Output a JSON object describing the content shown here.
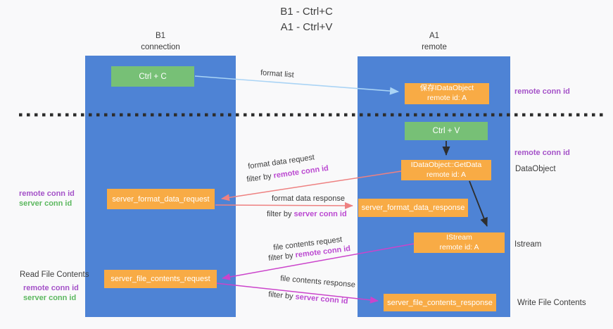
{
  "title": {
    "line1": "B1 - Ctrl+C",
    "line2": "A1 - Ctrl+V"
  },
  "lanes": {
    "left": {
      "name": "B1",
      "role": "connection"
    },
    "right": {
      "name": "A1",
      "role": "remote"
    }
  },
  "nodes": {
    "ctrl_c": {
      "label": "Ctrl + C"
    },
    "save_dataobject": {
      "line1": "保存IDataObject",
      "line2": "remote id: A"
    },
    "ctrl_v": {
      "label": "Ctrl + V"
    },
    "getdata": {
      "line1": "IDataObject::GetData",
      "line2": "remote id: A"
    },
    "server_format_data_request": {
      "label": "server_format_data_request"
    },
    "server_format_data_response": {
      "label": "server_format_data_response"
    },
    "istream": {
      "line1": "IStream",
      "line2": "remote id: A"
    },
    "server_file_contents_request": {
      "label": "server_file_contents_request"
    },
    "server_file_contents_response": {
      "label": "server_file_contents_response"
    }
  },
  "edges": {
    "format_list": {
      "label": "format list"
    },
    "format_data_request": {
      "label": "format data request",
      "filter_prefix": "filter by ",
      "filter_key": "remote conn id"
    },
    "format_data_response": {
      "label": "format data response",
      "filter_prefix": "filter by ",
      "filter_key": "server conn id"
    },
    "file_contents_request": {
      "label": "file contents request",
      "filter_prefix": "filter by ",
      "filter_key": "remote conn id"
    },
    "file_contents_response": {
      "label": "file contents response",
      "filter_prefix": "filter by ",
      "filter_key": "server conn id"
    }
  },
  "annotations": {
    "right_top_remote_conn_id": "remote conn id",
    "right_mid_remote_conn_id": "remote conn id",
    "dataobject": "DataObject",
    "istream": "Istream",
    "write_file_contents": "Write File Contents",
    "left_mid_remote_conn_id": "remote conn id",
    "left_mid_server_conn_id": "server conn id",
    "read_file_contents": "Read File Contents",
    "left_bottom_remote_conn_id": "remote conn id",
    "left_bottom_server_conn_id": "server conn id"
  },
  "colors": {
    "background": "#f9f9fa",
    "lane_blue": "#4e83d5",
    "node_green": "#77c076",
    "node_orange": "#f8ab45",
    "arrow_lightblue": "#aad4f5",
    "arrow_black": "#2e2e2e",
    "arrow_salmon": "#ee8181",
    "arrow_magenta": "#cb44cb",
    "text_purple": "#a452c8",
    "text_green": "#5cb85f",
    "filter_highlight": "#bb49d1"
  }
}
